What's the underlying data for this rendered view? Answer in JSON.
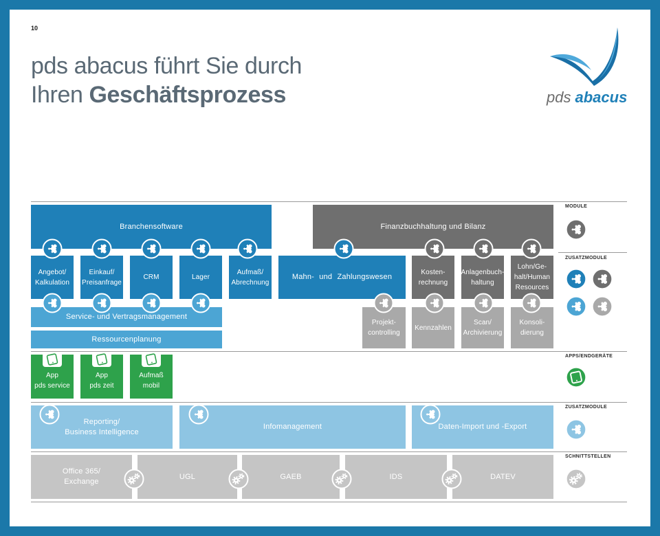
{
  "page_number": "10",
  "title": {
    "line1": "pds abacus führt Sie durch",
    "line2_light": "Ihren",
    "line2_bold": "Geschäftsprozess"
  },
  "logo": {
    "pds": "pds",
    "abacus": "abacus"
  },
  "legend": {
    "module": "MODULE",
    "zusatzmodule_1": "ZUSATZMODULE",
    "apps": "APPS/ENDGERÄTE",
    "zusatzmodule_2": "ZUSATZMODULE",
    "schnittstellen": "SCHNITTSTELLEN"
  },
  "module": {
    "branchensoftware": "Branchensoftware",
    "finanzbuchhaltung": "Finanzbuchhaltung und Bilanz"
  },
  "zusatzmodule_1": {
    "angebot": "Angebot/\nKalkulation",
    "einkauf": "Einkauf/\nPreisanfrage",
    "crm": "CRM",
    "lager": "Lager",
    "aufmass": "Aufmaß/\nAbrechnung",
    "mahnwesen": "Mahn- und Zahlungswesen",
    "kosten": "Kosten-\nrechnung",
    "anlagen": "Anlagenbuch-\nhaltung",
    "lohn": "Lohn/Ge-\nhalt/Human\nResources",
    "service": "Service- und Vertragsmanagement",
    "ressourcen": "Ressourcenplanung",
    "projekt": "Projekt-\ncontrolling",
    "kennzahlen": "Kennzahlen",
    "scan": "Scan/\nArchivierung",
    "konsolidierung": "Konsoli-\ndierung"
  },
  "apps": {
    "service": "App\npds service",
    "zeit": "App\npds zeit",
    "aufmass": "Aufmaß\nmobil"
  },
  "zusatzmodule_2": {
    "reporting": "Reporting/\nBusiness Intelligence",
    "info": "Infomanagement",
    "daten": "Daten-Import und -Export"
  },
  "schnittstellen": {
    "office": "Office 365/\nExchange",
    "ugl": "UGL",
    "gaeb": "GAEB",
    "ids": "IDS",
    "datev": "DATEV"
  },
  "icons": {
    "module": "puzzle-icon",
    "zusatzmodule": "puzzle-icon",
    "apps": "tablet-icon",
    "schnittstellen": "gears-icon",
    "logo": "swoosh-logo"
  },
  "colors": {
    "frame": "#1b78a9",
    "title": "#5a6975",
    "blue_dark": "#1f80b8",
    "gray_dark": "#6f6f6f",
    "blue_medium": "#4ca5d4",
    "gray_light": "#a9a9a9",
    "green": "#2ea24b",
    "blue_light": "#8ec5e3",
    "gray_pale": "#c5c5c5",
    "logo_blue": "#1f80b8",
    "logo_blue_light": "#4fa9db",
    "logo_gray": "#6d6d6d"
  }
}
